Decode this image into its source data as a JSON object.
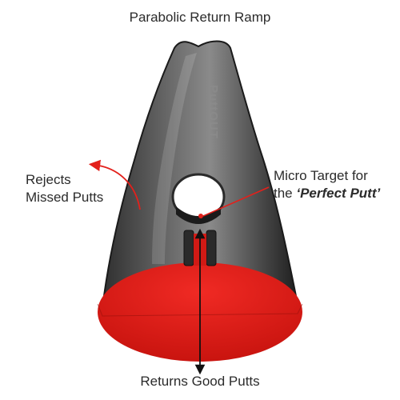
{
  "labels": {
    "top": "Parabolic Return Ramp",
    "left_line1": "Rejects",
    "left_line2": "Missed Putts",
    "right_line1": "Micro Target for",
    "right_line2_prefix": "the ",
    "right_line2_emphasis": "‘Perfect Putt’",
    "bottom": "Returns Good Putts"
  },
  "logo_text": "PuttOUT",
  "colors": {
    "body": "#4a4a4a",
    "base": "#e3201b",
    "annotation": "#e3201b",
    "text": "#2b2b2b"
  }
}
